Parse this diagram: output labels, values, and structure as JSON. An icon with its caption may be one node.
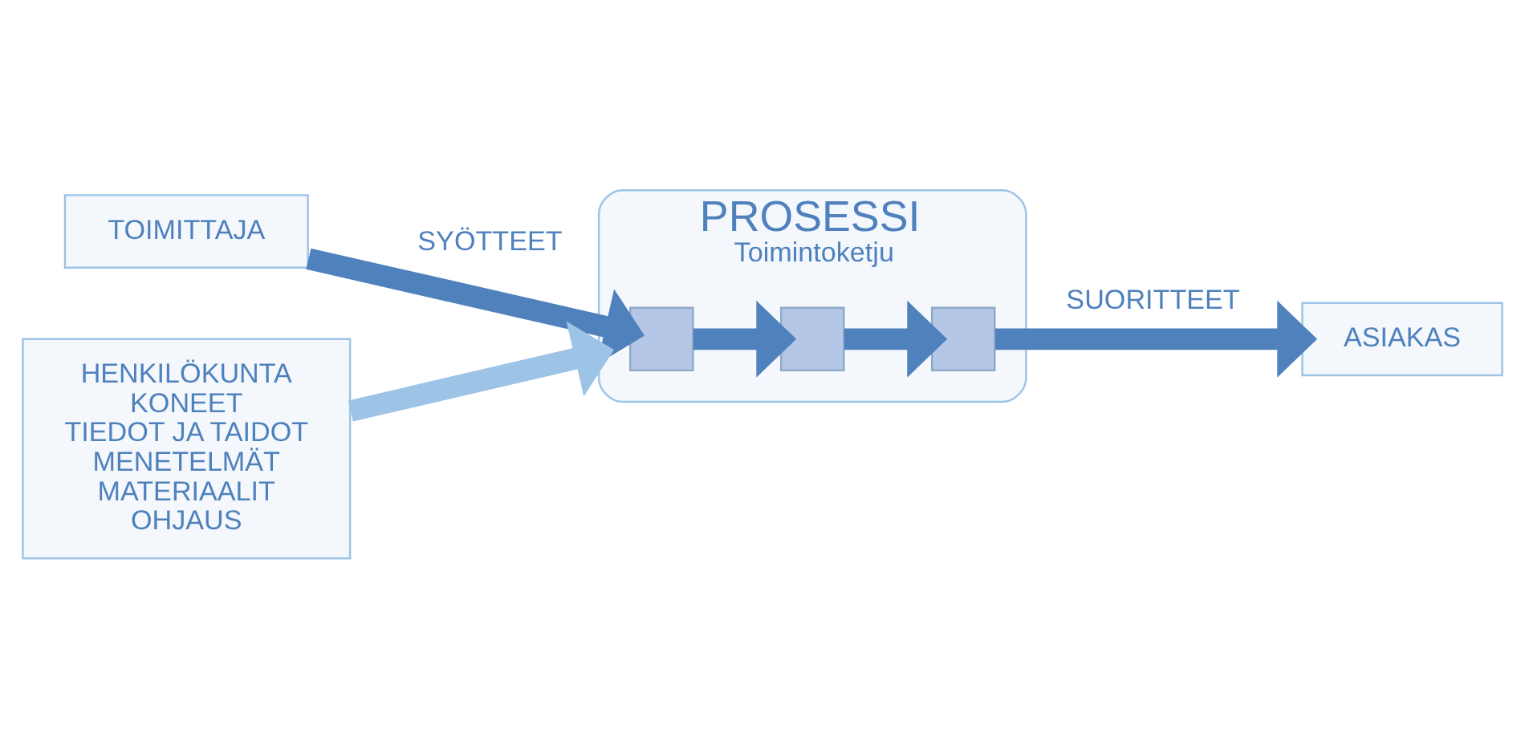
{
  "diagram": {
    "nodes": [
      {
        "text": [
          "TOIMITTAJA"
        ]
      },
      {
        "text": [
          "PROSESSI",
          "Toimintoketju"
        ]
      },
      {
        "text": [],
        "shape": "box",
        "in": 1
      },
      {
        "text": [],
        "shape": "box",
        "in": 1
      },
      {
        "text": [],
        "shape": "box",
        "in": 1
      },
      {
        "text": [
          "ASIAKAS"
        ]
      },
      {
        "text": [
          "HENKILÖKUNTA",
          "KONEET",
          "TIEDOT JA TAIDOT",
          "MENETELMÄT",
          "MATERIAALIT",
          "OHJAUS"
        ]
      }
    ],
    "edges": [
      {
        "from": 0,
        "to": 2,
        "arrow": "to",
        "label": "SYÖTTEET"
      },
      {
        "from": 2,
        "to": 3,
        "arrow": "to"
      },
      {
        "from": 3,
        "to": 4,
        "arrow": "to"
      },
      {
        "from": 4,
        "to": 5,
        "arrow": "to",
        "label": "SUORITTEET"
      },
      {
        "from": 6,
        "to": 1,
        "arrow": "to",
        "color": "#9dc3e6"
      }
    ]
  }
}
